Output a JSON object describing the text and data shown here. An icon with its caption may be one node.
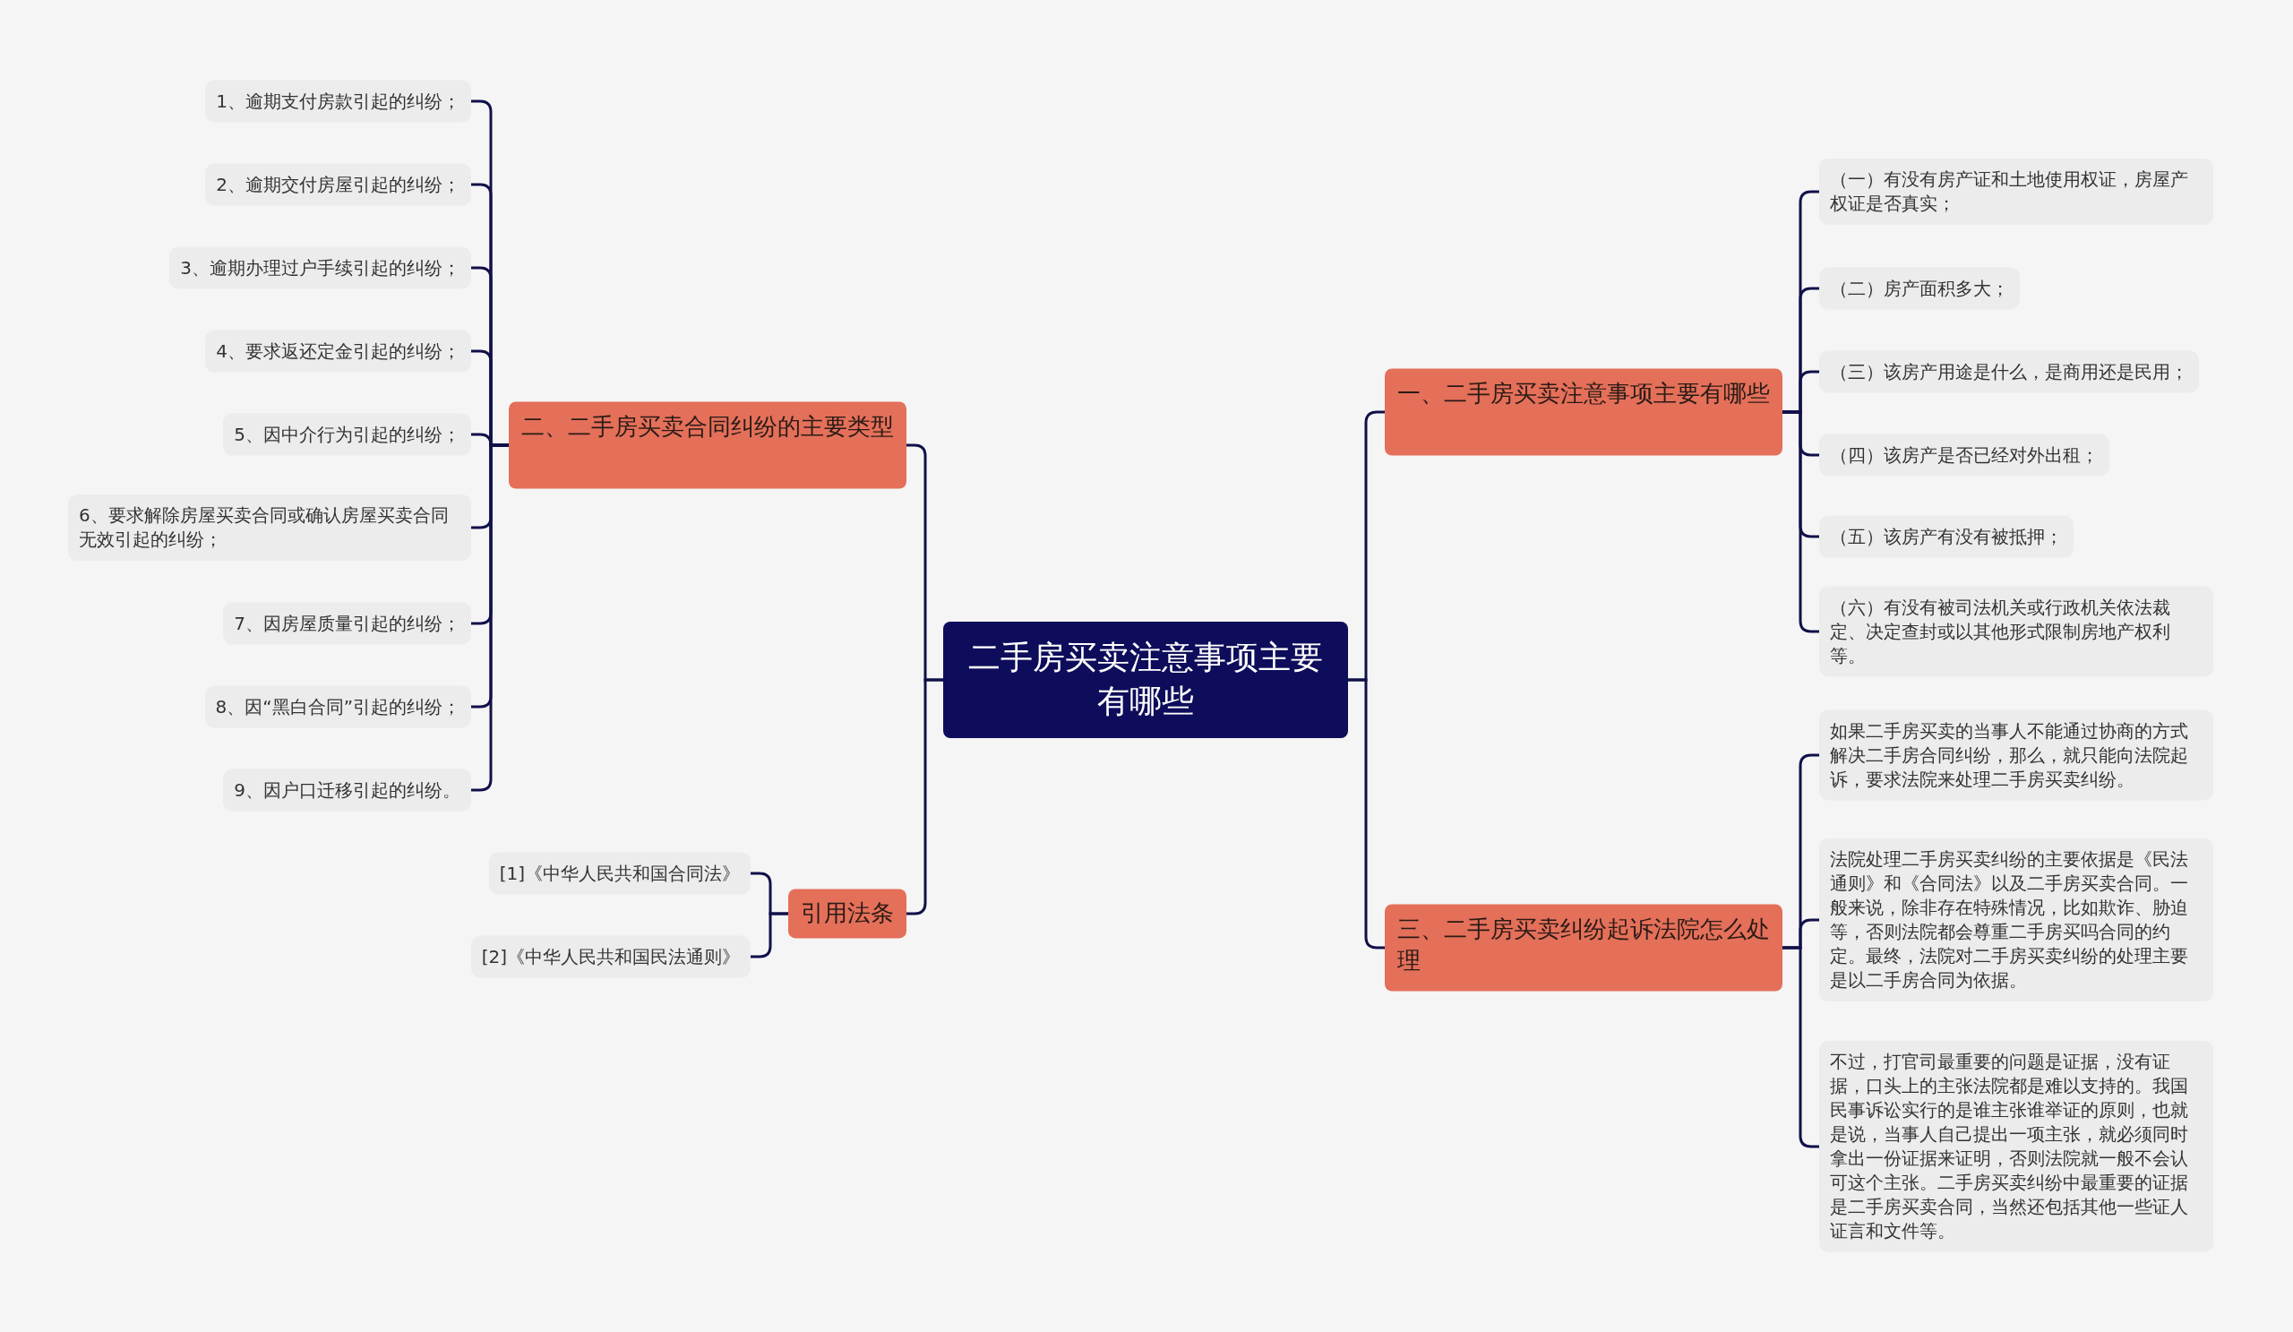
{
  "diagram": {
    "nodes": [
      {
        "text": [
          "二手房买卖注意事项主要有哪些"
        ]
      },
      {
        "text": [
          "一、二手房买卖注意事项主要有哪些"
        ]
      },
      {
        "text": [
          "（一）有没有房产证和土地使用权证，房屋产权证是否真实；"
        ]
      },
      {
        "text": [
          "（二）房产面积多大；"
        ]
      },
      {
        "text": [
          "（三）该房产用途是什么，是商用还是民用；"
        ]
      },
      {
        "text": [
          "（四）该房产是否已经对外出租；"
        ]
      },
      {
        "text": [
          "（五）该房产有没有被抵押；"
        ]
      },
      {
        "text": [
          "（六）有没有被司法机关或行政机关依法裁定、决定查封或以其他形式限制房地产权利等。"
        ]
      },
      {
        "text": [
          "三、二手房买卖纠纷起诉法院怎么处理"
        ]
      },
      {
        "text": [
          "如果二手房买卖的当事人不能通过协商的方式解决二手房合同纠纷，那么，就只能向法院起诉，要求法院来处理二手房买卖纠纷。"
        ]
      },
      {
        "text": [
          "法院处理二手房买卖纠纷的主要依据是《民法通则》和《合同法》以及二手房买卖合同。一般来说，除非存在特殊情况，比如欺诈、胁迫等，否则法院都会尊重二手房买吗合同的约定。最终，法院对二手房买卖纠纷的处理主要是以二手房合同为依据。"
        ]
      },
      {
        "text": [
          "不过，打官司最重要的问题是证据，没有证据，口头上的主张法院都是难以支持的。我国民事诉讼实行的是谁主张谁举证的原则，也就是说，当事人自己提出一项主张，就必须同时拿出一份证据来证明，否则法院就一般不会认可这个主张。二手房买卖纠纷中最重要的证据是二手房买卖合同，当然还包括其他一些证人证言和文件等。"
        ]
      },
      {
        "text": [
          "二、二手房买卖合同纠纷的主要类型"
        ]
      },
      {
        "text": [
          "1、逾期支付房款引起的纠纷；"
        ]
      },
      {
        "text": [
          "2、逾期交付房屋引起的纠纷；"
        ]
      },
      {
        "text": [
          "3、逾期办理过户手续引起的纠纷；"
        ]
      },
      {
        "text": [
          "4、要求返还定金引起的纠纷；"
        ]
      },
      {
        "text": [
          "5、因中介行为引起的纠纷；"
        ]
      },
      {
        "text": [
          "6、要求解除房屋买卖合同或确认房屋买卖合同无效引起的纠纷；"
        ]
      },
      {
        "text": [
          "7、因房屋质量引起的纠纷；"
        ]
      },
      {
        "text": [
          "8、因“黑白合同”引起的纠纷；"
        ]
      },
      {
        "text": [
          "9、因户口迁移引起的纠纷。"
        ]
      },
      {
        "text": [
          "引用法条"
        ]
      },
      {
        "text": [
          "[1]《中华人民共和国合同法》"
        ]
      },
      {
        "text": [
          "[2]《中华人民共和国民法通则》"
        ]
      }
    ],
    "edges": [
      {
        "from": 0,
        "to": 1,
        "arrow": "none"
      },
      {
        "from": 1,
        "to": 2,
        "arrow": "none"
      },
      {
        "from": 1,
        "to": 3,
        "arrow": "none"
      },
      {
        "from": 1,
        "to": 4,
        "arrow": "none"
      },
      {
        "from": 1,
        "to": 5,
        "arrow": "none"
      },
      {
        "from": 1,
        "to": 6,
        "arrow": "none"
      },
      {
        "from": 1,
        "to": 7,
        "arrow": "none"
      },
      {
        "from": 0,
        "to": 8,
        "arrow": "none"
      },
      {
        "from": 8,
        "to": 9,
        "arrow": "none"
      },
      {
        "from": 8,
        "to": 10,
        "arrow": "none"
      },
      {
        "from": 8,
        "to": 11,
        "arrow": "none"
      },
      {
        "from": 0,
        "to": 12,
        "arrow": "none"
      },
      {
        "from": 12,
        "to": 13,
        "arrow": "none"
      },
      {
        "from": 12,
        "to": 14,
        "arrow": "none"
      },
      {
        "from": 12,
        "to": 15,
        "arrow": "none"
      },
      {
        "from": 12,
        "to": 16,
        "arrow": "none"
      },
      {
        "from": 12,
        "to": 17,
        "arrow": "none"
      },
      {
        "from": 12,
        "to": 18,
        "arrow": "none"
      },
      {
        "from": 12,
        "to": 19,
        "arrow": "none"
      },
      {
        "from": 12,
        "to": 20,
        "arrow": "none"
      },
      {
        "from": 12,
        "to": 21,
        "arrow": "none"
      },
      {
        "from": 0,
        "to": 22,
        "arrow": "none"
      },
      {
        "from": 22,
        "to": 23,
        "arrow": "none"
      },
      {
        "from": 22,
        "to": 24,
        "arrow": "none"
      }
    ]
  }
}
